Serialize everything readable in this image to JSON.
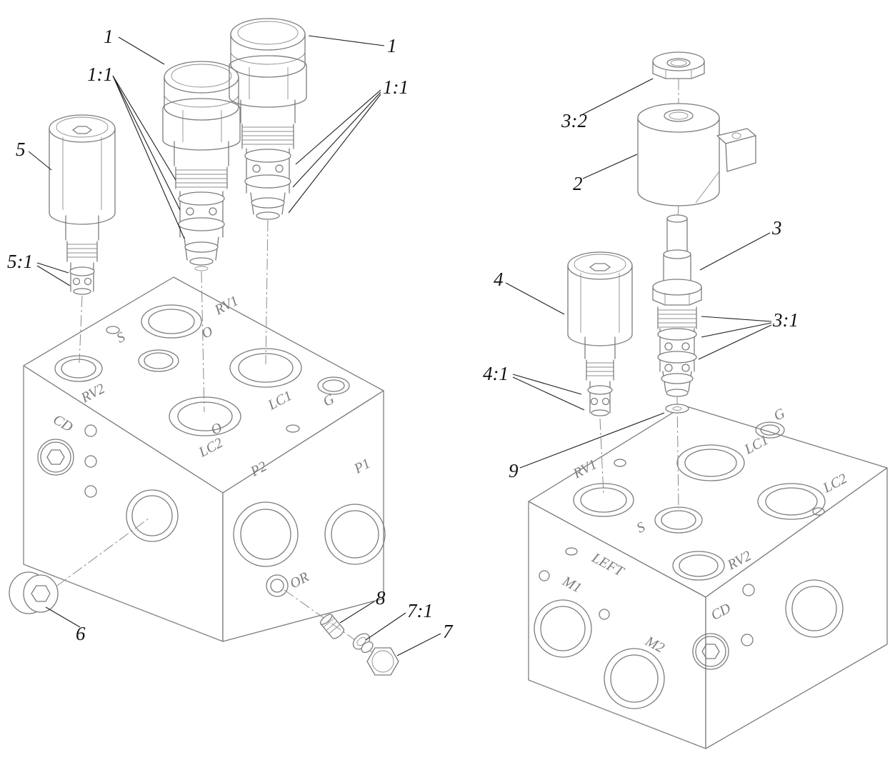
{
  "diagram": {
    "background": "#ffffff",
    "line_color": "#7c7c7c",
    "callout_color": "#111111",
    "callouts": {
      "c1a": "1",
      "c1b": "1",
      "c11a": "1:1",
      "c11b": "1:1",
      "c5": "5",
      "c51": "5:1",
      "c6": "6",
      "c8": "8",
      "c71": "7:1",
      "c7": "7",
      "c32": "3:2",
      "c2": "2",
      "c3": "3",
      "c31": "3:1",
      "c4": "4",
      "c41": "4:1",
      "c9": "9"
    },
    "left_block": {
      "ports": {
        "rv1": "RV1",
        "s": "S",
        "o_upper": "O",
        "lc1": "LC1",
        "g": "G",
        "rv2": "RV2",
        "o_lower": "O",
        "lc2": "LC2",
        "cd": "CD",
        "p2": "P2",
        "p1": "P1",
        "or": "OR"
      }
    },
    "right_block": {
      "ports": {
        "rv1": "RV1",
        "s": "S",
        "g": "G",
        "lc1": "LC1",
        "lc2": "LC2",
        "rv2": "RV2",
        "left": "LEFT",
        "m1": "M1",
        "m2": "M2",
        "cd": "CD"
      }
    }
  }
}
